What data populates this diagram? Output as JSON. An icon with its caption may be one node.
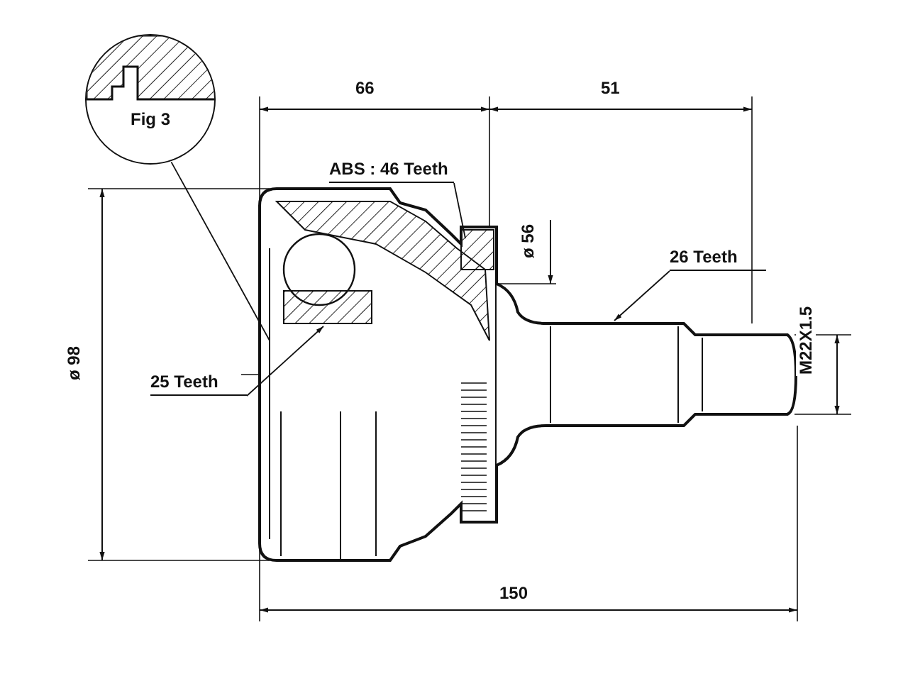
{
  "diagram": {
    "nodes": [
      {
        "text": [
          "Fig 3"
        ]
      },
      {
        "text": [
          "ABS : 46 Teeth"
        ]
      },
      {
        "text": [
          "26 Teeth"
        ]
      },
      {
        "text": [
          "25 Teeth"
        ]
      }
    ],
    "edges": [
      {
        "from": 0,
        "to": null,
        "arrow": "none"
      },
      {
        "from": 1,
        "to": null,
        "arrow": "none"
      },
      {
        "from": 2,
        "to": null,
        "arrow": "to"
      },
      {
        "from": 3,
        "to": null,
        "arrow": "to"
      }
    ],
    "labels": [
      "66",
      "51",
      "ø 56",
      "M22X1.5",
      "ø 98",
      "150"
    ]
  }
}
